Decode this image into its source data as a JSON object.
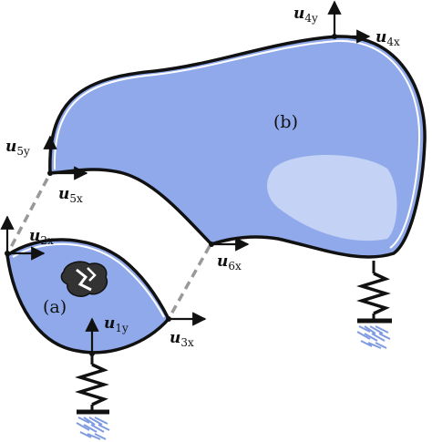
{
  "regions": {
    "a": {
      "label": "(a)"
    },
    "b": {
      "label": "(b)"
    }
  },
  "dofs": {
    "u1y": {
      "symbol": "u",
      "subscript": "1y"
    },
    "u2x": {
      "symbol": "u",
      "subscript": "2x"
    },
    "u3x": {
      "symbol": "u",
      "subscript": "3x"
    },
    "u4x": {
      "symbol": "u",
      "subscript": "4x"
    },
    "u4y": {
      "symbol": "u",
      "subscript": "4y"
    },
    "u5x": {
      "symbol": "u",
      "subscript": "5x"
    },
    "u5y": {
      "symbol": "u",
      "subscript": "5y"
    },
    "u6x": {
      "symbol": "u",
      "subscript": "6x"
    }
  },
  "colors": {
    "body_fill": "#8fa9ea",
    "highlight_fill": "#c3d2f5",
    "outline": "#111111",
    "connector": "#999999",
    "ground": "#7f9be0"
  }
}
